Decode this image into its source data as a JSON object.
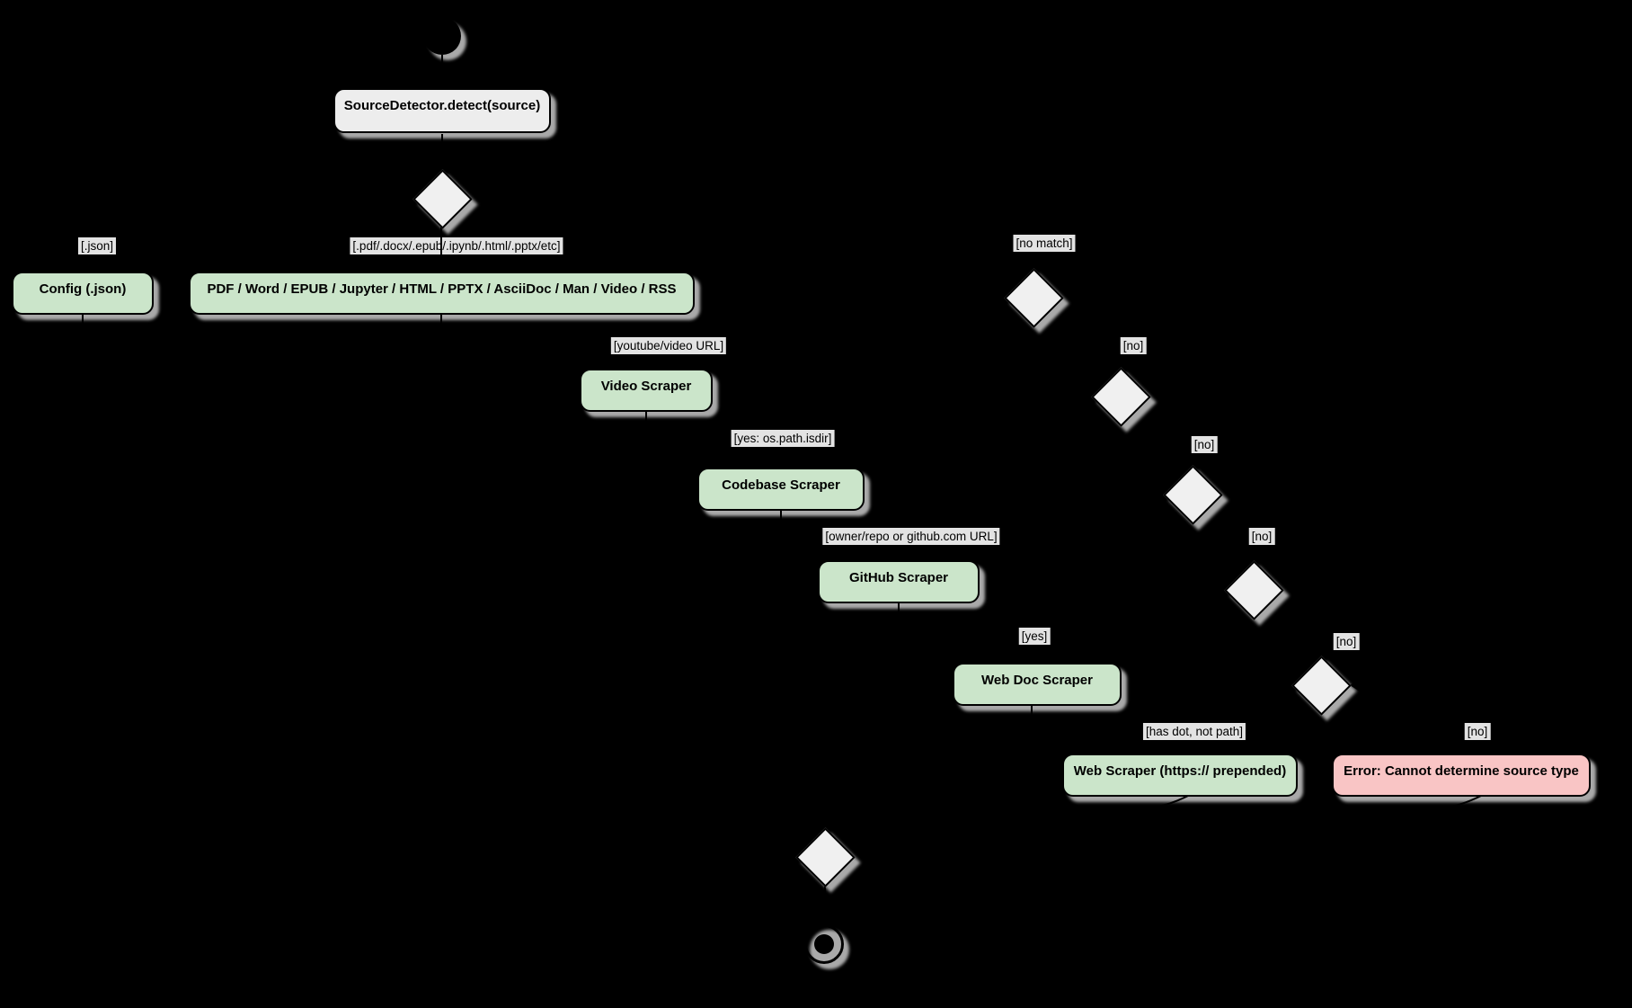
{
  "colors": {
    "activity_green": "#CBE5CA",
    "error_pink": "#F9C5C5",
    "neutral_fill": "#EDEDED",
    "diamond_fill": "#F0F0F0",
    "shadow_gray": "#A9A9A9",
    "label_bg": "#E3E3E3",
    "border": "#000000",
    "background": "#000000"
  },
  "nodes": {
    "detect": {
      "label": "SourceDetector.detect(source)"
    },
    "config": {
      "label": "Config (.json)"
    },
    "formats": {
      "label": "PDF / Word / EPUB / Jupyter / HTML / PPTX / AsciiDoc / Man / Video / RSS"
    },
    "video": {
      "label": "Video Scraper"
    },
    "codebase": {
      "label": "Codebase Scraper"
    },
    "github": {
      "label": "GitHub Scraper"
    },
    "webdoc": {
      "label": "Web Doc Scraper"
    },
    "webscraper": {
      "label": "Web Scraper (https:// prepended)"
    },
    "error": {
      "label": "Error: Cannot determine source type"
    }
  },
  "guards": {
    "json": "[.json]",
    "extensions": "[.pdf/.docx/.epub/.ipynb/.html/.pptx/etc]",
    "no_match": "[no match]",
    "youtube": "[youtube/video URL]",
    "no1": "[no]",
    "yes_isdir": "[yes: os.path.isdir]",
    "no2": "[no]",
    "owner_repo": "[owner/repo or github.com URL]",
    "no3": "[no]",
    "yes": "[yes]",
    "no4": "[no]",
    "has_dot": "[has dot, not path]",
    "no5": "[no]"
  }
}
